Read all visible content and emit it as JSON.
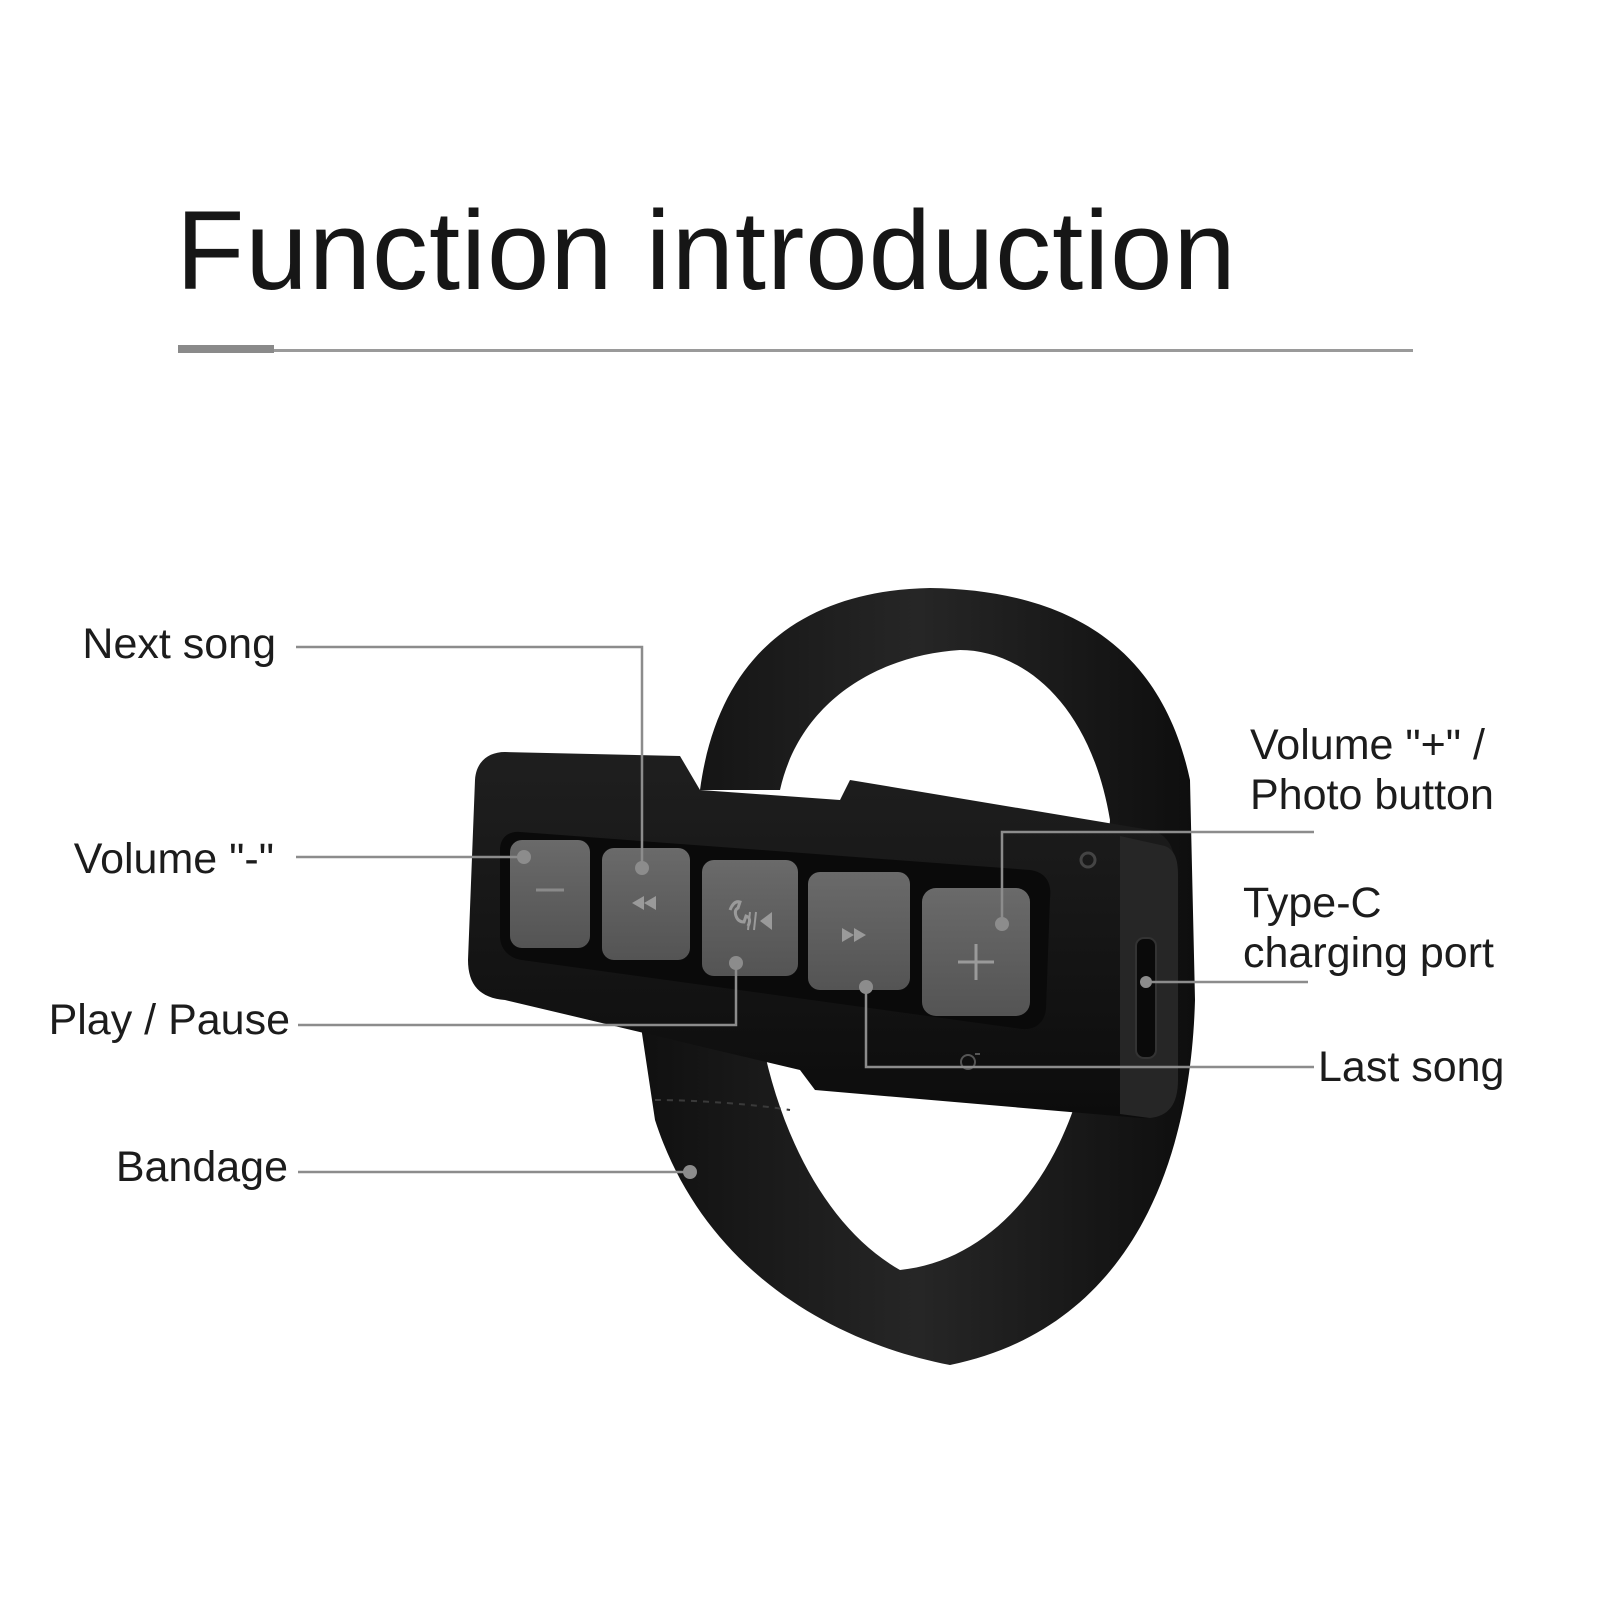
{
  "title": "Function introduction",
  "labels": {
    "next_song": "Next song",
    "volume_down": "Volume \"-\"",
    "play_pause": "Play / Pause",
    "bandage": "Bandage",
    "volume_up_line1": "Volume \"+\" /",
    "volume_up_line2": "Photo button",
    "typec_line1": "Type-C",
    "typec_line2": "charging port",
    "last_song": "Last song"
  },
  "buttons": [
    {
      "name": "volume-down-button",
      "glyph": "minus-icon"
    },
    {
      "name": "rewind-button",
      "glyph": "rewind-icon"
    },
    {
      "name": "play-pause-button",
      "glyph": "call-play-pause-icon"
    },
    {
      "name": "fast-forward-button",
      "glyph": "fast-forward-icon"
    },
    {
      "name": "volume-up-button",
      "glyph": "plus-icon"
    }
  ],
  "colors": {
    "device_body": "#141414",
    "button_face": "#5e5e5e",
    "strap": "#1a1a1a",
    "leader_line": "#8c8c8c",
    "text": "#1c1c1c"
  }
}
